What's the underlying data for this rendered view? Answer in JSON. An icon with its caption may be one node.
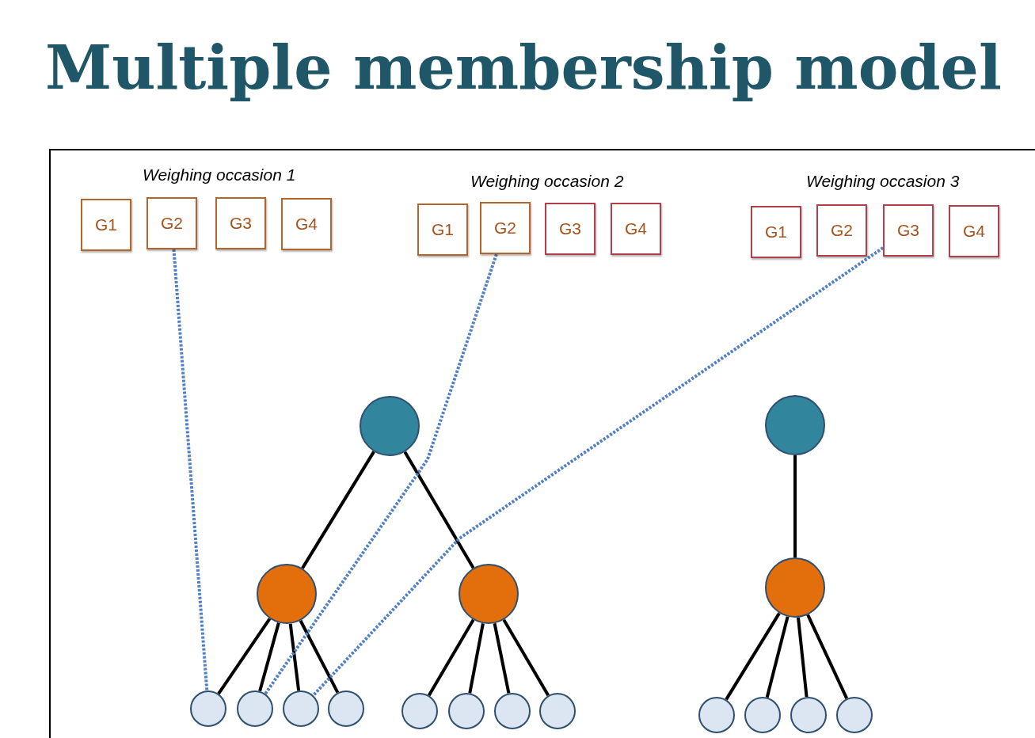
{
  "diagram": {
    "title": "Multiple membership model",
    "nodes": [
      {
        "text": [
          "G1"
        ]
      },
      {
        "text": [
          "G2"
        ]
      },
      {
        "text": [
          "G3"
        ]
      },
      {
        "text": [
          "G4"
        ]
      },
      {
        "text": [
          "G1"
        ]
      },
      {
        "text": [
          "G2"
        ]
      },
      {
        "text": [
          "G3"
        ]
      },
      {
        "text": [
          "G4"
        ]
      },
      {
        "text": [
          "G1"
        ]
      },
      {
        "text": [
          "G2"
        ]
      },
      {
        "text": [
          "G3"
        ]
      },
      {
        "text": [
          "G4"
        ]
      },
      {
        "text": [],
        "shape": "circle"
      },
      {
        "text": [],
        "shape": "circle"
      },
      {
        "text": [],
        "shape": "circle"
      },
      {
        "text": [],
        "shape": "circle"
      },
      {
        "text": [],
        "shape": "circle"
      },
      {
        "text": [],
        "shape": "circle"
      },
      {
        "text": [],
        "shape": "circle"
      },
      {
        "text": [],
        "shape": "circle"
      },
      {
        "text": [],
        "shape": "circle"
      },
      {
        "text": [],
        "shape": "circle"
      },
      {
        "text": [],
        "shape": "circle"
      },
      {
        "text": [],
        "shape": "circle"
      },
      {
        "text": [],
        "shape": "circle"
      },
      {
        "text": [],
        "shape": "circle"
      },
      {
        "text": [],
        "shape": "circle"
      },
      {
        "text": [],
        "shape": "circle"
      },
      {
        "text": [],
        "shape": "circle"
      }
    ],
    "edges": [
      {
        "from": 12,
        "to": 14,
        "arrow": "none"
      },
      {
        "from": 12,
        "to": 15,
        "arrow": "none"
      },
      {
        "from": 13,
        "to": 16,
        "arrow": "none"
      },
      {
        "from": 14,
        "to": 17,
        "arrow": "none"
      },
      {
        "from": 14,
        "to": 18,
        "arrow": "none"
      },
      {
        "from": 14,
        "to": 19,
        "arrow": "none"
      },
      {
        "from": 14,
        "to": 20,
        "arrow": "none"
      },
      {
        "from": 15,
        "to": 21,
        "arrow": "none"
      },
      {
        "from": 15,
        "to": 22,
        "arrow": "none"
      },
      {
        "from": 15,
        "to": 23,
        "arrow": "none"
      },
      {
        "from": 15,
        "to": 24,
        "arrow": "none"
      },
      {
        "from": 16,
        "to": 25,
        "arrow": "none"
      },
      {
        "from": 16,
        "to": 26,
        "arrow": "none"
      },
      {
        "from": 16,
        "to": 27,
        "arrow": "none"
      },
      {
        "from": 16,
        "to": 28,
        "arrow": "none"
      },
      {
        "from": 1,
        "to": 17,
        "arrow": "none",
        "style": "dashed",
        "color": "#4f7fc4"
      },
      {
        "from": 5,
        "to": 18,
        "arrow": "none",
        "style": "dashed",
        "color": "#4f7fc4"
      },
      {
        "from": 10,
        "to": 19,
        "arrow": "none",
        "style": "dashed",
        "color": "#4f7fc4"
      }
    ],
    "labels": [
      "Weighing occasion 1",
      "Weighing occasion 2",
      "Weighing occasion 3"
    ]
  }
}
